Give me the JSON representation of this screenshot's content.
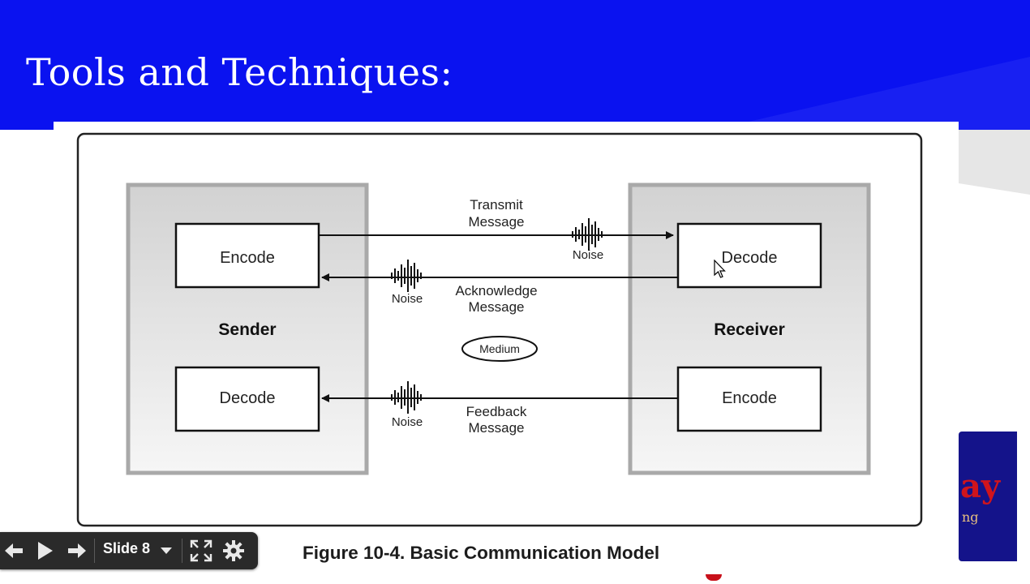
{
  "slide": {
    "title": "Tools and Techniques:",
    "caption": "Figure 10-4. Basic Communication Model"
  },
  "diagram": {
    "sender": {
      "label": "Sender",
      "encode_label": "Encode",
      "decode_label": "Decode"
    },
    "receiver": {
      "label": "Receiver",
      "decode_label": "Decode",
      "encode_label": "Encode"
    },
    "transmit": {
      "line1": "Transmit",
      "line2": "Message",
      "noise": "Noise"
    },
    "acknowledge": {
      "line1": "Acknowledge",
      "line2": "Message",
      "noise": "Noise"
    },
    "feedback": {
      "line1": "Feedback",
      "line2": "Message",
      "noise": "Noise"
    },
    "medium": "Medium"
  },
  "player": {
    "slide_label": "Slide 8",
    "icons": [
      "prev-arrow-icon",
      "play-icon",
      "next-arrow-icon",
      "chevron-down-icon",
      "fullscreen-icon",
      "gear-icon"
    ]
  },
  "logo": {
    "letters": "ay",
    "sub": "ng"
  },
  "colors": {
    "title_bar": "#0a12f0",
    "title_text": "#ffffff",
    "player_bar": "#2a2a2a",
    "logo_bg": "#14138a",
    "logo_text": "#d0141c"
  }
}
